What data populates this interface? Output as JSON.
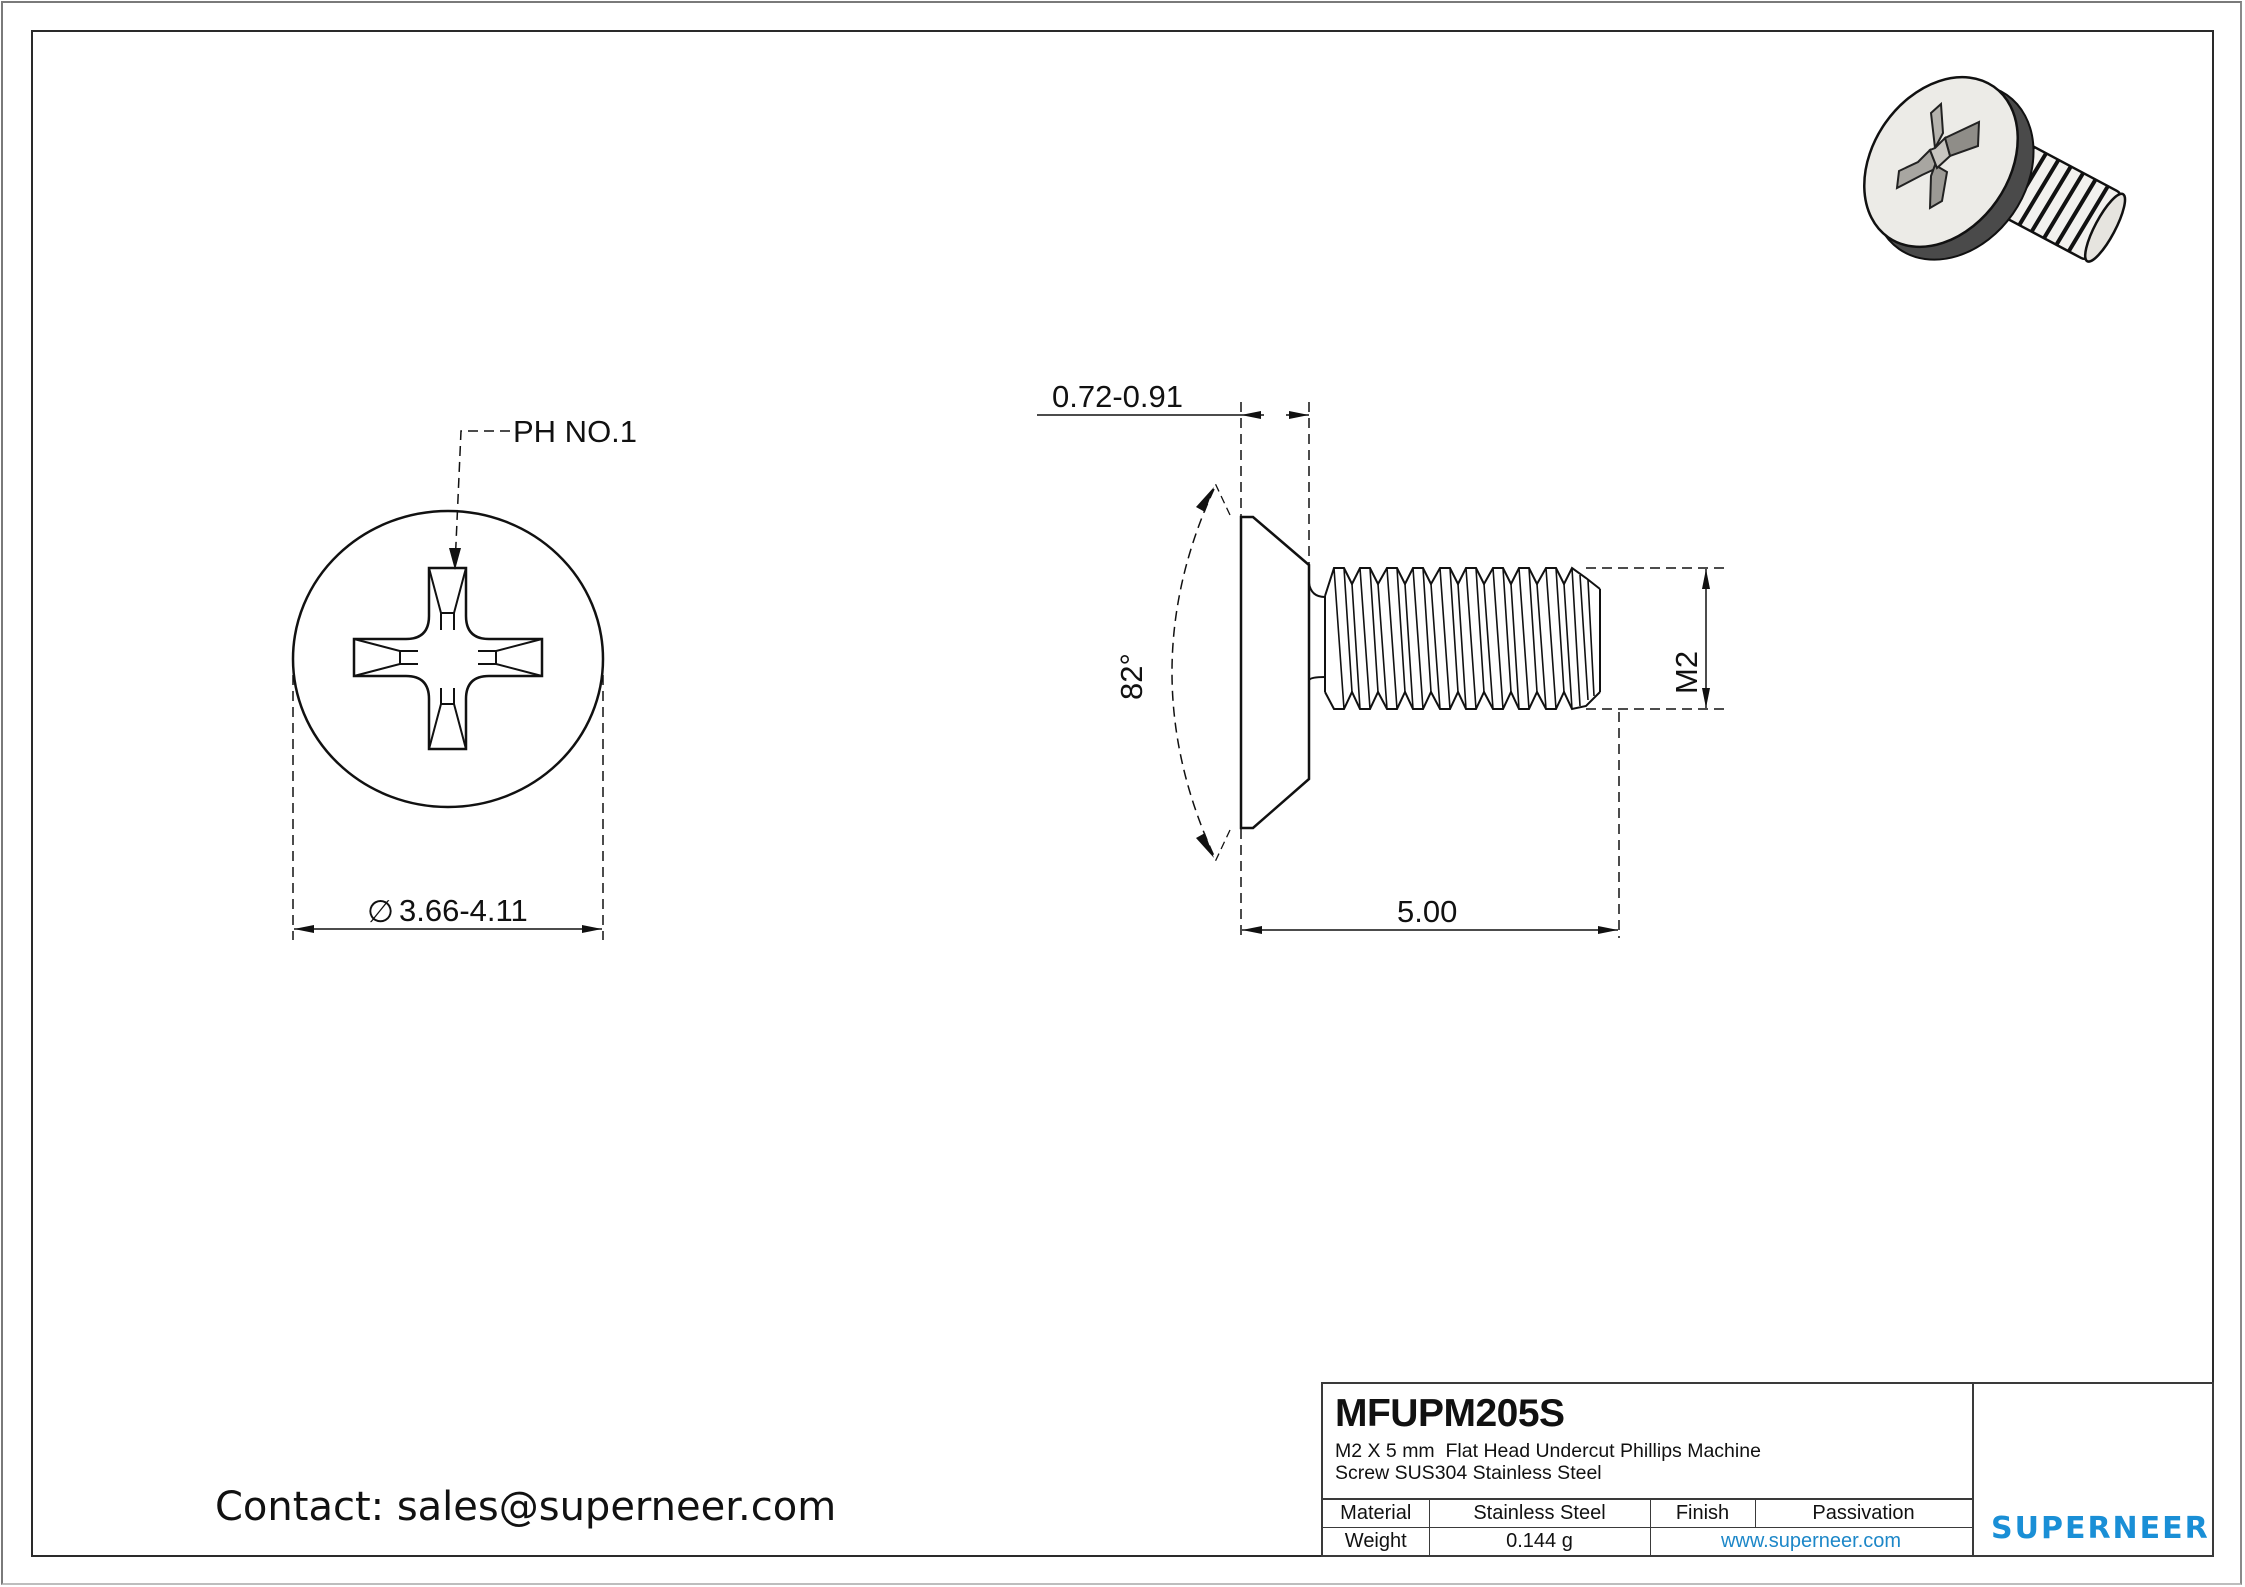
{
  "drawing": {
    "top_view": {
      "recess_label": "PH NO.1",
      "diameter_symbol": "∅",
      "diameter_value": "3.66-4.11"
    },
    "side_view": {
      "head_height_value": "0.72-0.91",
      "head_angle_value": "82°",
      "thread_size_value": "M2",
      "length_value": "5.00"
    },
    "isometric_view": {
      "description": "3D render of flat head phillips screw"
    }
  },
  "contact": {
    "text": "Contact: sales@superneer.com"
  },
  "title_block": {
    "part_number": "MFUPM205S",
    "description_line1": "M2 X 5 mm  Flat Head Undercut Phillips Machine",
    "description_line2": "Screw SUS304 Stainless Steel",
    "rows": [
      {
        "label1": "Material",
        "value1": "Stainless Steel",
        "label2": "Finish",
        "value2": "Passivation"
      },
      {
        "label1": "Weight",
        "value1": "0.144 g",
        "link": "www.superneer.com"
      }
    ],
    "logo_text": "SUPERNEER",
    "brand_color": "#1a8fd6",
    "link_color": "#1d87c8"
  }
}
